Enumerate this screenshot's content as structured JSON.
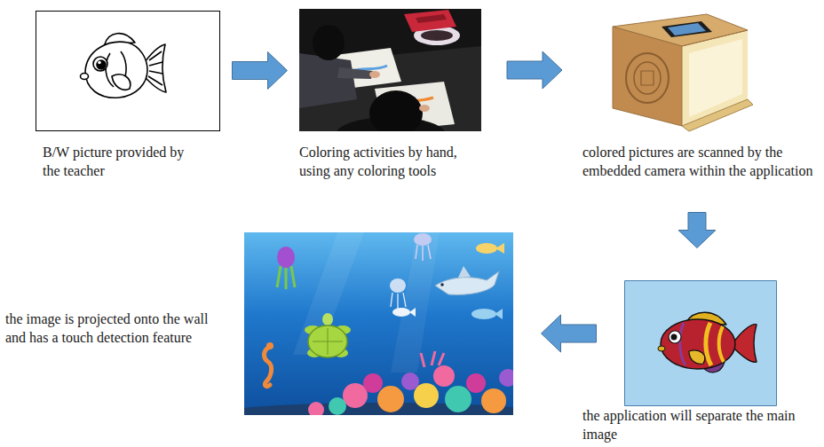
{
  "diagram": {
    "nodes": [
      {
        "text": [
          "B/W picture provided by the teacher"
        ]
      },
      {
        "text": [
          "Coloring activities by hand, using any coloring tools"
        ]
      },
      {
        "text": [
          "colored pictures are scanned by the embedded camera within the application"
        ]
      },
      {
        "text": [
          "the application will separate the main image"
        ]
      },
      {
        "text": [
          "the image is projected onto the wall and has a touch detection feature"
        ]
      }
    ],
    "edges": [
      {
        "from": 0,
        "to": 1,
        "arrow": "to"
      },
      {
        "from": 1,
        "to": 2,
        "arrow": "to"
      },
      {
        "from": 2,
        "to": 3,
        "arrow": "to"
      },
      {
        "from": 3,
        "to": 4,
        "arrow": "to"
      }
    ]
  }
}
